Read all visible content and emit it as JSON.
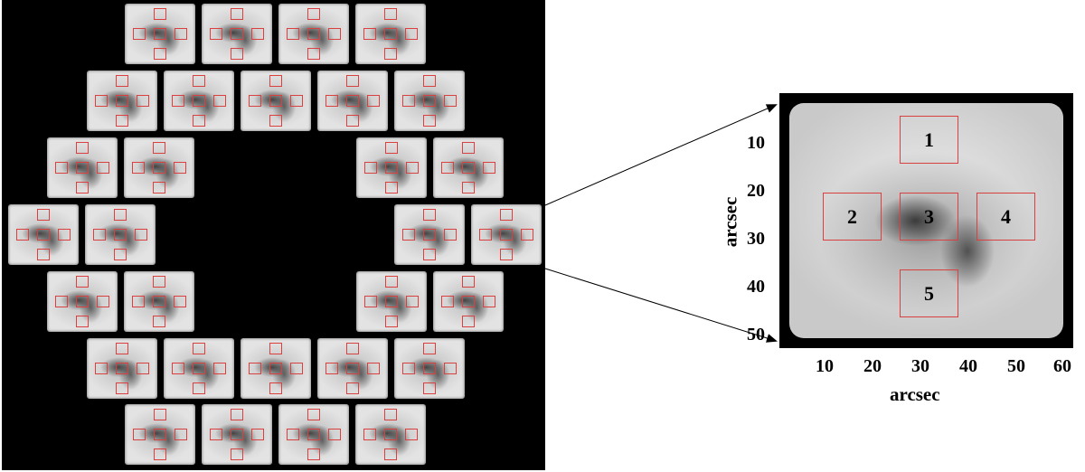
{
  "figure": {
    "left_panel": {
      "description": "ring of sub-aperture images, each with five analysis boxes",
      "rows": [
        {
          "count": 4
        },
        {
          "count": 5
        },
        {
          "count": 4,
          "gap": true
        },
        {
          "count": 4,
          "gap": true
        },
        {
          "count": 4,
          "gap": true
        },
        {
          "count": 5
        },
        {
          "count": 4
        }
      ]
    },
    "zoom_panel": {
      "boxes": [
        {
          "label": "1"
        },
        {
          "label": "2"
        },
        {
          "label": "3"
        },
        {
          "label": "4"
        },
        {
          "label": "5"
        }
      ],
      "x_axis": {
        "title": "arcsec",
        "ticks": [
          "10",
          "20",
          "30",
          "40",
          "50",
          "60"
        ]
      },
      "y_axis": {
        "title": "arcsec",
        "ticks": [
          "10",
          "20",
          "30",
          "40",
          "50"
        ]
      }
    },
    "colors": {
      "background": "#000000",
      "box_outline": "#d94040",
      "text": "#000000"
    }
  }
}
